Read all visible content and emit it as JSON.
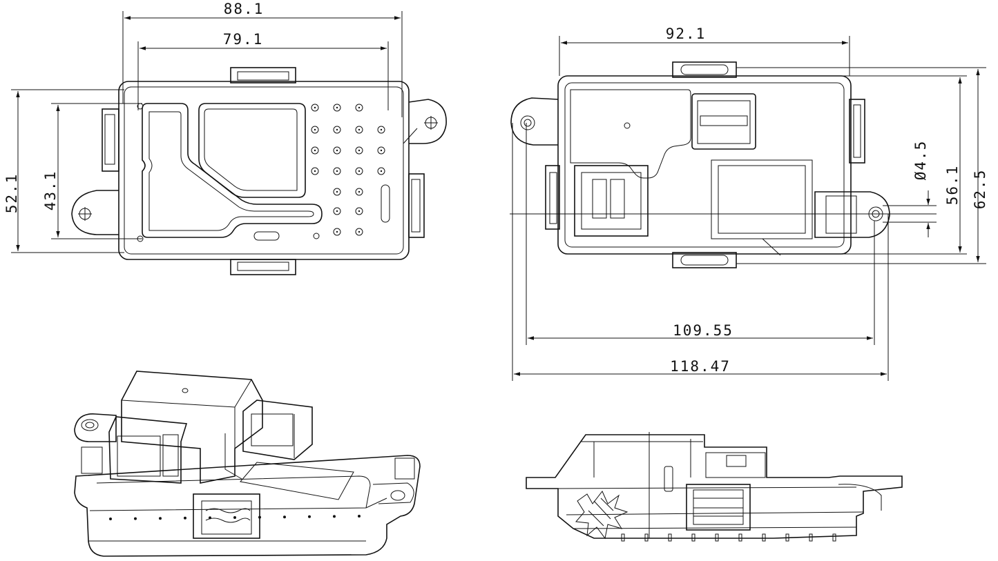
{
  "dimensions": {
    "top_view": {
      "overall_width": "88.1",
      "inner_width": "79.1",
      "overall_height": "52.1",
      "inner_height": "43.1"
    },
    "bottom_view": {
      "width": "92.1",
      "hole_diameter": "Ø4.5",
      "hole_spacing_vertical": "56.1",
      "overall_height": "62.5",
      "hole_spacing": "109.55",
      "overall_length": "118.47"
    }
  }
}
